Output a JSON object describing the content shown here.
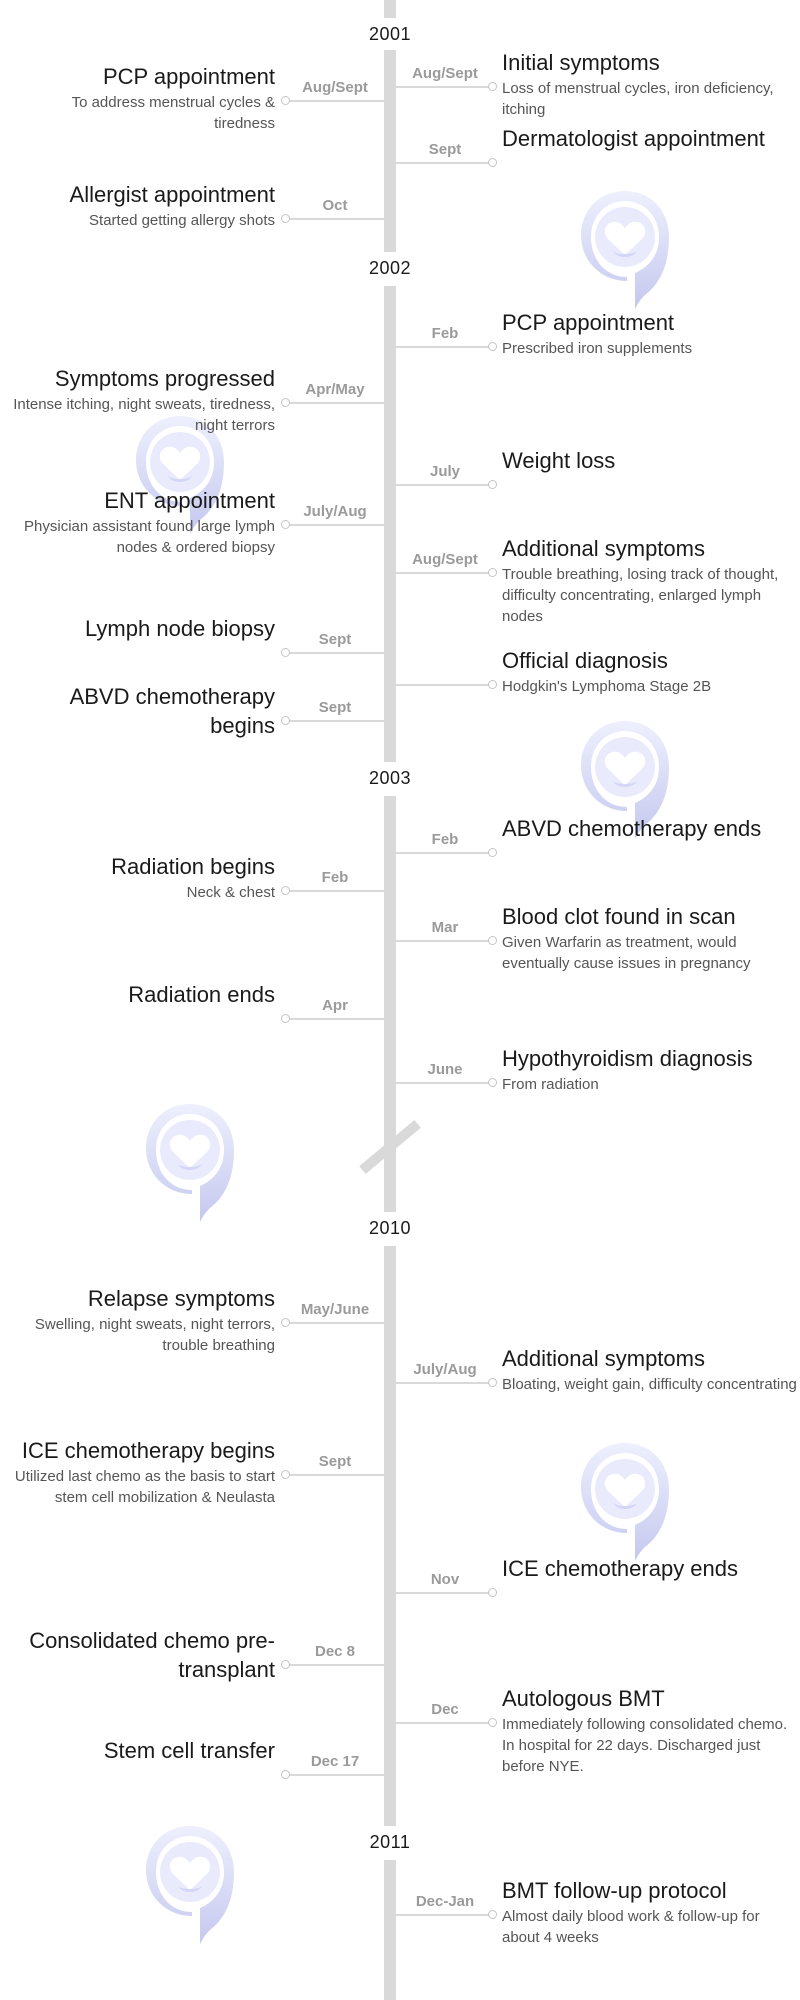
{
  "theme": {
    "axis_color": "#d9d9d9",
    "date_color": "#9a9a9a",
    "logo_color": "#c5c8ee",
    "title_color": "#1a1a1a",
    "desc_color": "#555555"
  },
  "logo_icon": "heart-speech-bubble-icon",
  "years": [
    "2001",
    "2002",
    "2003",
    "2010",
    "2011"
  ],
  "events": [
    {
      "side": "left",
      "date": "Aug/Sept",
      "title": "PCP appointment",
      "desc": "To address menstrual cycles & tiredness"
    },
    {
      "side": "right",
      "date": "Aug/Sept",
      "title": "Initial symptoms",
      "desc": "Loss of menstrual cycles, iron deficiency, itching"
    },
    {
      "side": "right",
      "date": "Sept",
      "title": "Dermatologist appointment",
      "desc": ""
    },
    {
      "side": "left",
      "date": "Oct",
      "title": "Allergist appointment",
      "desc": "Started getting allergy shots"
    },
    {
      "side": "right",
      "date": "Feb",
      "title": "PCP appointment",
      "desc": "Prescribed iron supplements"
    },
    {
      "side": "left",
      "date": "Apr/May",
      "title": "Symptoms progressed",
      "desc": "Intense itching, night sweats, tiredness, night terrors"
    },
    {
      "side": "right",
      "date": "July",
      "title": "Weight loss",
      "desc": ""
    },
    {
      "side": "left",
      "date": "July/Aug",
      "title": "ENT appointment",
      "desc": "Physician assistant found large lymph nodes & ordered biopsy"
    },
    {
      "side": "right",
      "date": "Aug/Sept",
      "title": "Additional symptoms",
      "desc": "Trouble breathing, losing track of thought, difficulty concentrating, enlarged lymph nodes"
    },
    {
      "side": "left",
      "date": "Sept",
      "title": "Lymph node biopsy",
      "desc": ""
    },
    {
      "side": "right",
      "date": "",
      "title": "Official diagnosis",
      "desc": "Hodgkin's Lymphoma Stage 2B"
    },
    {
      "side": "left",
      "date": "Sept",
      "title": "ABVD chemotherapy begins",
      "desc": ""
    },
    {
      "side": "right",
      "date": "Feb",
      "title": "ABVD chemotherapy ends",
      "desc": ""
    },
    {
      "side": "left",
      "date": "Feb",
      "title": "Radiation begins",
      "desc": "Neck & chest"
    },
    {
      "side": "right",
      "date": "Mar",
      "title": "Blood clot found in scan",
      "desc": "Given Warfarin as treatment, would eventually cause issues in pregnancy"
    },
    {
      "side": "left",
      "date": "Apr",
      "title": "Radiation ends",
      "desc": ""
    },
    {
      "side": "right",
      "date": "June",
      "title": "Hypothyroidism diagnosis",
      "desc": "From radiation"
    },
    {
      "side": "left",
      "date": "May/June",
      "title": "Relapse symptoms",
      "desc": "Swelling, night sweats, night terrors, trouble breathing"
    },
    {
      "side": "right",
      "date": "July/Aug",
      "title": "Additional symptoms",
      "desc": "Bloating, weight gain, difficulty concentrating"
    },
    {
      "side": "left",
      "date": "Sept",
      "title": "ICE chemotherapy begins",
      "desc": "Utilized last chemo as the basis to start stem cell mobilization & Neulasta"
    },
    {
      "side": "right",
      "date": "Nov",
      "title": "ICE chemotherapy ends",
      "desc": ""
    },
    {
      "side": "left",
      "date": "Dec 8",
      "title": "Consolidated chemo pre-transplant",
      "desc": ""
    },
    {
      "side": "right",
      "date": "Dec",
      "title": "Autologous BMT",
      "desc": "Immediately following consolidated chemo. In hospital for 22 days. Discharged just before NYE."
    },
    {
      "side": "left",
      "date": "Dec 17",
      "title": "Stem cell transfer",
      "desc": ""
    },
    {
      "side": "right",
      "date": "Dec-Jan",
      "title": "BMT follow-up protocol",
      "desc": "Almost daily blood work & follow-up for about 4 weeks"
    }
  ]
}
